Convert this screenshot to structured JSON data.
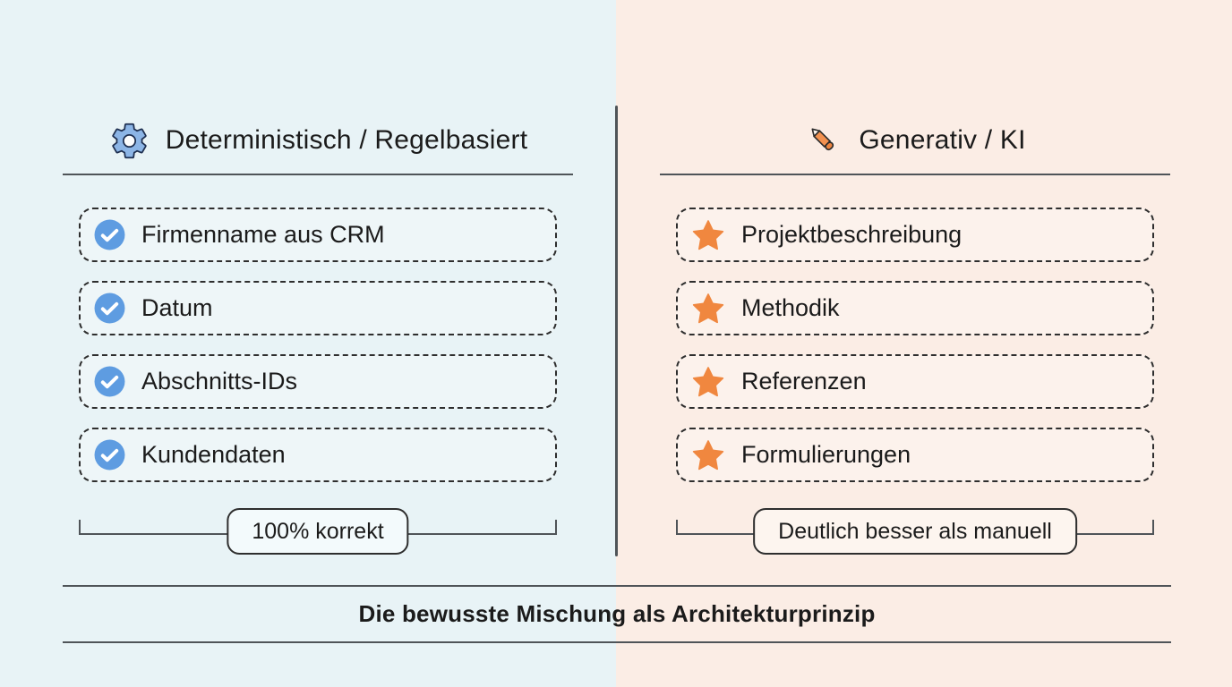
{
  "columns": [
    {
      "id": "deterministic",
      "icon": "gear-icon",
      "title": "Deterministisch / Regelbasiert",
      "items": [
        "Firmenname aus CRM",
        "Datum",
        "Abschnitts-IDs",
        "Kundendaten"
      ],
      "badge": "100% korrekt"
    },
    {
      "id": "generative",
      "icon": "pencil-icon",
      "title": "Generativ / KI",
      "items": [
        "Projektbeschreibung",
        "Methodik",
        "Referenzen",
        "Formulierungen"
      ],
      "badge": "Deutlich besser als manuell"
    }
  ],
  "footer": {
    "title": "Die bewusste Mischung als Architekturprinzip"
  },
  "colors": {
    "left_background": "#E8F3F6",
    "right_background": "#FBEDE5",
    "check_circle_blue": "#5E9CE1",
    "gear_blue": "#8CB5E6",
    "star_orange": "#F0873F",
    "pencil_orange": "#F29150",
    "line_gray": "#4F5458",
    "text": "#1B1B1B"
  }
}
